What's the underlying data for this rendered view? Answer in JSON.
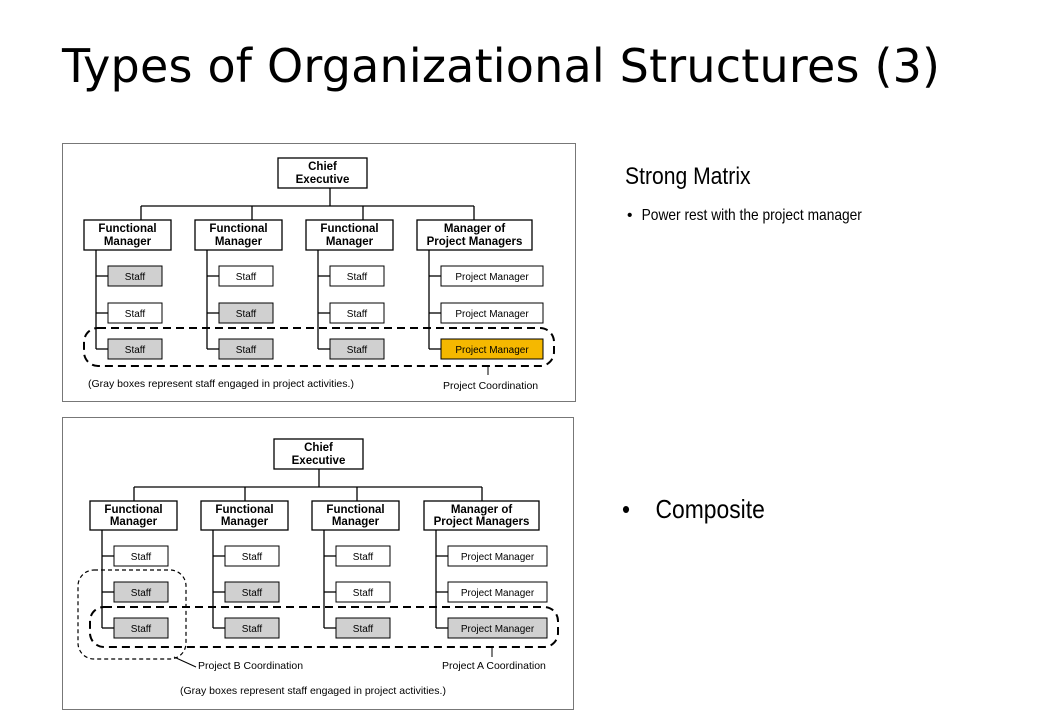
{
  "slide": {
    "title": "Types of Organizational Structures (3)"
  },
  "strong_matrix": {
    "heading": "Strong Matrix",
    "bullet": "Power rest with the project manager"
  },
  "composite": {
    "heading": "Composite"
  },
  "diagram_strong": {
    "chief": [
      "Chief",
      "Executive"
    ],
    "columns": [
      {
        "head": [
          "Functional",
          "Manager"
        ],
        "items": [
          "Staff",
          "Staff",
          "Staff"
        ],
        "gray": [
          true,
          false,
          true
        ]
      },
      {
        "head": [
          "Functional",
          "Manager"
        ],
        "items": [
          "Staff",
          "Staff",
          "Staff"
        ],
        "gray": [
          false,
          true,
          true
        ]
      },
      {
        "head": [
          "Functional",
          "Manager"
        ],
        "items": [
          "Staff",
          "Staff",
          "Staff"
        ],
        "gray": [
          false,
          false,
          true
        ]
      },
      {
        "head": [
          "Manager of",
          "Project Managers"
        ],
        "items": [
          "Project Manager",
          "Project Manager",
          "Project Manager"
        ],
        "gray": [
          false,
          false,
          false
        ]
      }
    ],
    "highlight_color": "#f5b800",
    "caption": "(Gray boxes represent staff engaged in project activities.)",
    "coordination": "Project Coordination"
  },
  "diagram_composite": {
    "chief": [
      "Chief",
      "Executive"
    ],
    "columns": [
      {
        "head": [
          "Functional",
          "Manager"
        ],
        "items": [
          "Staff",
          "Staff",
          "Staff"
        ],
        "gray": [
          false,
          true,
          true
        ]
      },
      {
        "head": [
          "Functional",
          "Manager"
        ],
        "items": [
          "Staff",
          "Staff",
          "Staff"
        ],
        "gray": [
          false,
          true,
          true
        ]
      },
      {
        "head": [
          "Functional",
          "Manager"
        ],
        "items": [
          "Staff",
          "Staff",
          "Staff"
        ],
        "gray": [
          false,
          false,
          true
        ]
      },
      {
        "head": [
          "Manager of",
          "Project Managers"
        ],
        "items": [
          "Project Manager",
          "Project Manager",
          "Project Manager"
        ],
        "gray": [
          false,
          false,
          true
        ]
      }
    ],
    "coordination_b": "Project B Coordination",
    "coordination_a": "Project A Coordination",
    "caption": "(Gray boxes represent staff engaged in project activities.)"
  },
  "colors": {
    "gray_box": "#d0d0d0",
    "border": "#000000"
  }
}
